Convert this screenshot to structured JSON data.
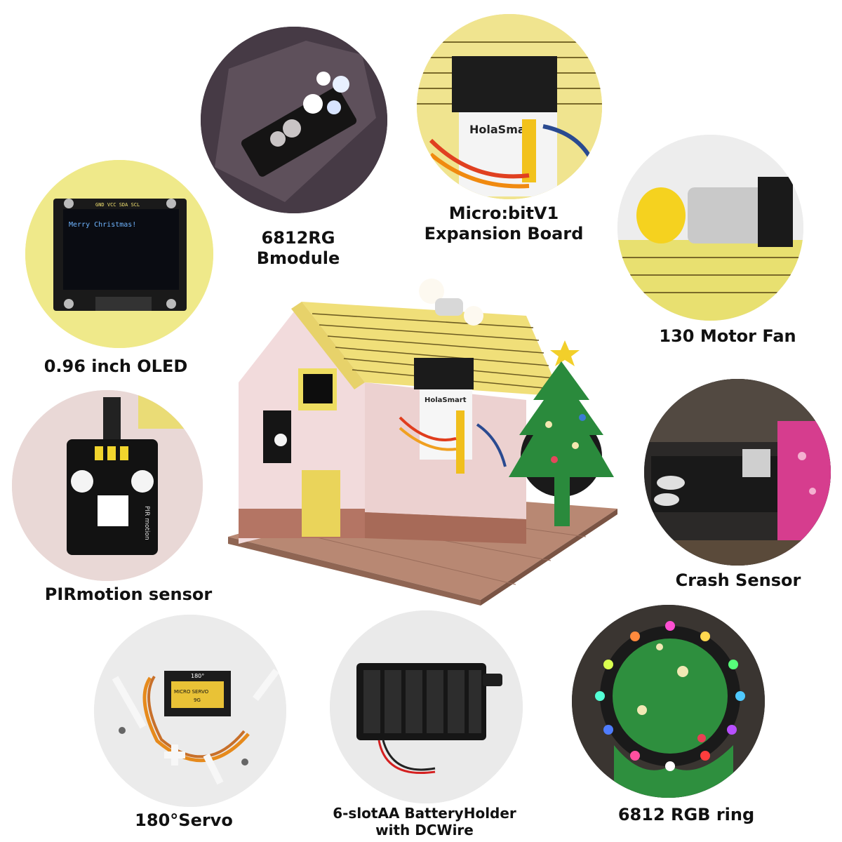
{
  "components": [
    {
      "id": "rgb-module",
      "label": "6812RG\nBmodule"
    },
    {
      "id": "expansion-board",
      "label": "Micro:bitV1\nExpansion Board"
    },
    {
      "id": "board-brand",
      "label": "HolaSmart"
    },
    {
      "id": "oled",
      "label": "0.96 inch OLED",
      "screen_text": "Merry Christmas!",
      "pin_text": "GND VCC SDA SCL"
    },
    {
      "id": "motor-fan",
      "label": "130 Motor Fan"
    },
    {
      "id": "pir",
      "label": "PIRmotion sensor",
      "module_text": "PIR motion"
    },
    {
      "id": "crash",
      "label": "Crash Sensor"
    },
    {
      "id": "servo",
      "label": "180°Servo",
      "servo_text_1": "180°",
      "servo_text_2": "MICRO SERVO",
      "servo_text_3": "9G"
    },
    {
      "id": "battery",
      "label": "6-slotAA BatteryHolder\nwith DCWire"
    },
    {
      "id": "rgb-ring",
      "label": "6812 RGB ring"
    }
  ],
  "hero": {
    "brand": "HolaSmart"
  },
  "colors": {
    "yellow": "#f0e27a",
    "pink": "#f1dcdc",
    "brown": "#b47a64",
    "green": "#2a8a3c"
  }
}
